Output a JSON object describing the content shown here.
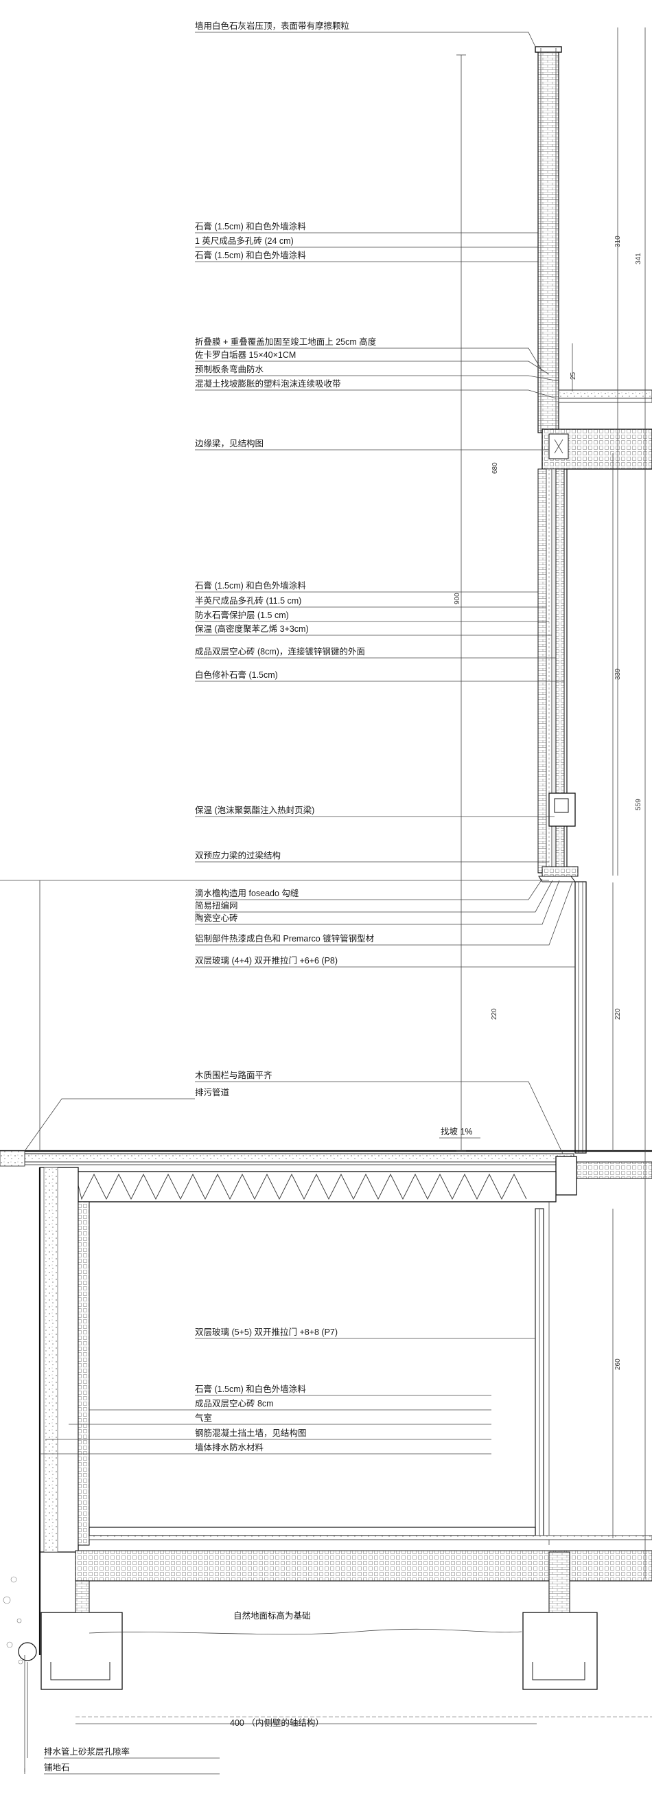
{
  "labels": {
    "l01": "墙用白色石灰岩压顶，表面带有摩擦颗粒",
    "l02": "石膏 (1.5cm) 和白色外墙涂料",
    "l03": "1 英尺成品多孔砖 (24 cm)",
    "l04": "石膏 (1.5cm) 和白色外墙涂料",
    "l05": "折叠膜 + 重叠覆盖加固至竣工地面上 25cm 高度",
    "l06": "佐卡罗白垢器 15×40×1CM",
    "l07": "预制板条弯曲防水",
    "l08": "混凝土找坡膨胀的塑料泡沫连续吸收带",
    "l09": "边缘梁，见结构图",
    "l10": "石膏 (1.5cm) 和白色外墙涂料",
    "l11": "半英尺成品多孔砖 (11.5 cm)",
    "l12": "防水石膏保护层 (1.5 cm)",
    "l13": "保温 (高密度聚苯乙烯 3+3cm)",
    "l14": "成品双层空心砖 (8cm)，连接镀锌钢键的外面",
    "l15": "白色修补石膏 (1.5cm)",
    "l16": "保温 (泡沫聚氨酯注入热封页梁)",
    "l17": "双预应力梁的过梁结构",
    "l18": "滴水檐构造用 foseado 勾缝",
    "l19": "简易扭编网",
    "l20": "陶瓷空心砖",
    "l21": "铝制部件热漆成白色和 Premarco 镀锌管钢型材",
    "l22": "双层玻璃 (4+4) 双开推拉门 +6+6 (P8)",
    "l23": "木质围栏与路面平齐",
    "l24": "排污管道",
    "l25": "找坡 1%",
    "l26": "双层玻璃 (5+5) 双开推拉门 +8+8 (P7)",
    "l27": "石膏 (1.5cm) 和白色外墙涂料",
    "l28": "成品双层空心砖 8cm",
    "l29": "气室",
    "l30": "钢筋混凝土挡土墙，见结构图",
    "l31": "墙体排水防水材料",
    "l32": "自然地面标高为基础",
    "l33": "400 （内侧壁的轴结构）",
    "l34": "排水管上砂浆层孔隙率",
    "l35": "铺地石"
  },
  "dims": {
    "d310": "310",
    "d341": "341",
    "d25": "25",
    "d680": "680",
    "d900": "900",
    "d339": "339",
    "d559": "559",
    "d220a": "220",
    "d220b": "220",
    "d260": "260"
  }
}
